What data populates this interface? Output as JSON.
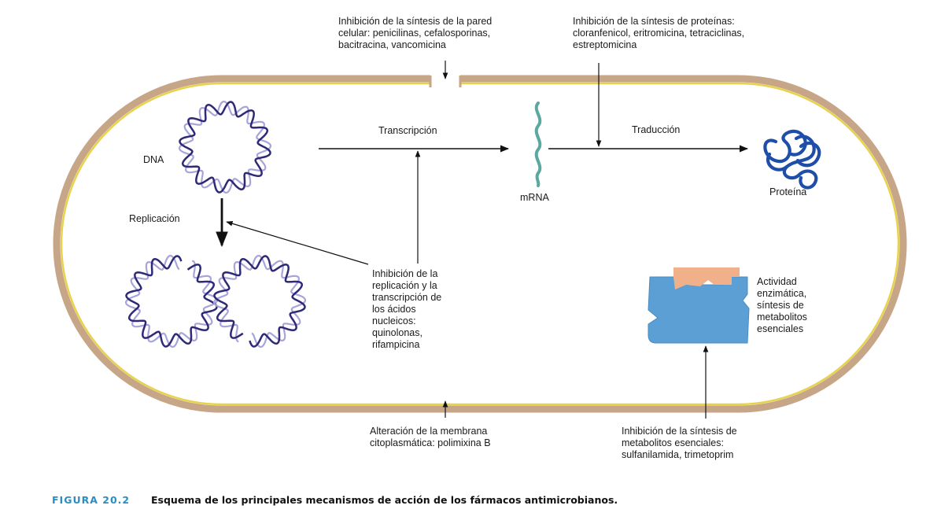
{
  "labels": {
    "cell_wall": [
      "Inhibición de la síntesis de la pared",
      "celular: penicilinas, cefalosporinas,",
      "bacitracina, vancomicina"
    ],
    "protein_synthesis": [
      "Inhibición de la síntesis de proteínas:",
      "cloranfenicol, eritromicina, tetraciclinas,",
      "estreptomicina"
    ],
    "transcription": "Transcripción",
    "translation": "Traducción",
    "dna": "DNA",
    "mrna": "mRNA",
    "protein": "Proteína",
    "replication": "Replicación",
    "nucleic_acids": [
      "Inhibición de la",
      "replicación y la",
      "transcripción de",
      "los ácidos",
      "nucleicos:",
      "quinolonas,",
      "rifampicina"
    ],
    "enzymatic": [
      "Actividad",
      "enzimática,",
      "síntesis de",
      "metabolitos",
      "esenciales"
    ],
    "membrane": [
      "Alteración de la membrana",
      "citoplasmática: polimixina B"
    ],
    "metabolites": [
      "Inhibición de la síntesis de",
      "metabolitos esenciales:",
      "sulfanilamida, trimetoprim"
    ]
  },
  "caption": {
    "label": "FIGURA 20.2",
    "text": "Esquema de los principales mecanismos de acción de los fármacos antimicrobianos."
  },
  "colors": {
    "cell_wall": "#c7a688",
    "membrane": "#e7d24a",
    "dna_dark": "#2e2a78",
    "dna_light": "#a9a4d8",
    "mrna": "#5aa8a0",
    "protein": "#1f4ea8",
    "enzyme": "#5b9fd4",
    "substrate": "#f0b08a",
    "caption_label": "#2b8ec2"
  }
}
